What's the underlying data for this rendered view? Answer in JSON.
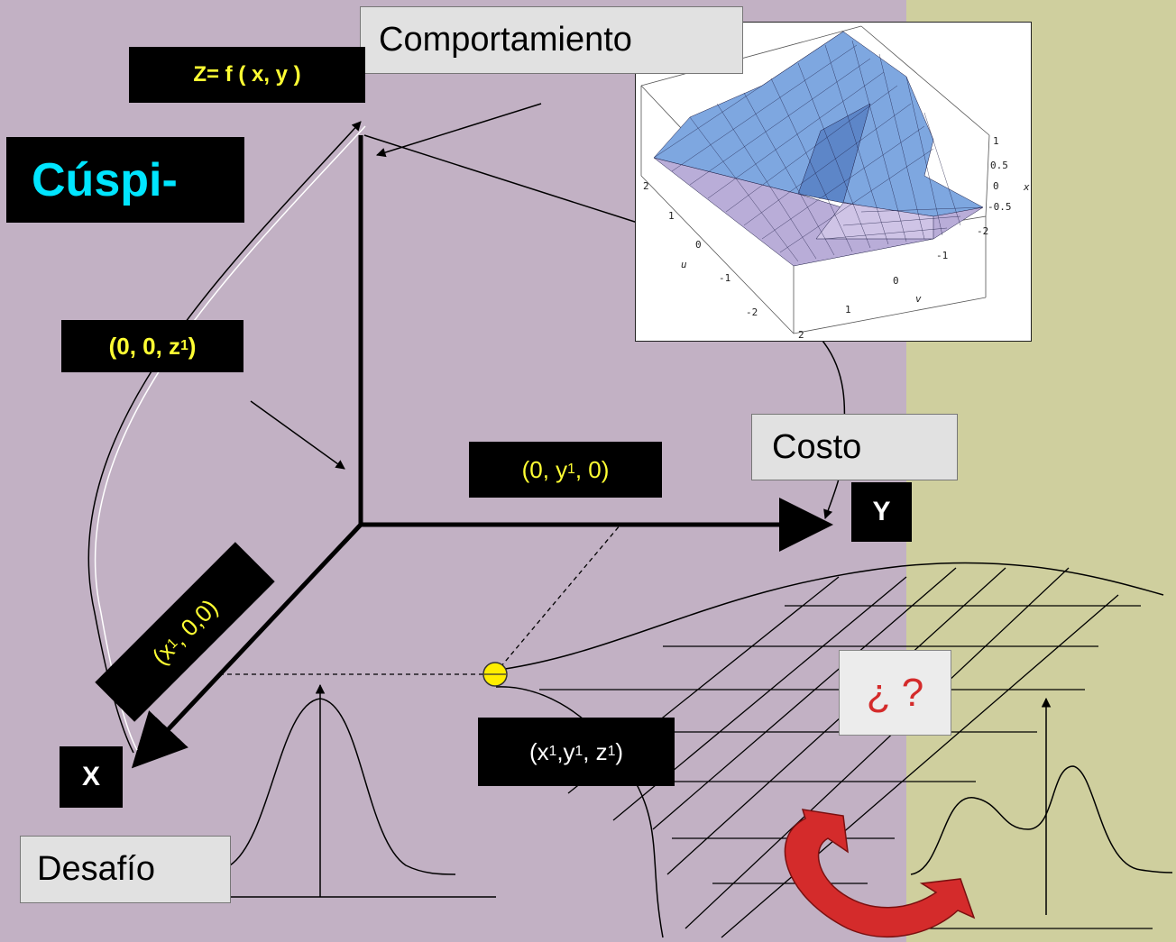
{
  "title_box": "Cúspi-",
  "labels": {
    "comportamiento": "Comportamiento",
    "costo": "Costo",
    "desafio": "Desafío",
    "question": "¿ ?"
  },
  "coords": {
    "z_func": "Z= f ( x, y )",
    "z_point": {
      "pre": "(0, 0, z",
      "sub": "1",
      "post": ")"
    },
    "y_point": {
      "pre": "(0, y",
      "sub": "1",
      "post": ", 0)"
    },
    "x_point": {
      "pre": "(x",
      "sub": "1",
      "post": " , 0,0)"
    },
    "xyz_point": {
      "a": "(x",
      "a_sub": "1",
      "b": " ,y",
      "b_sub": "1",
      "c": " , z",
      "c_sub": "1",
      "d": ")"
    }
  },
  "axes": {
    "x": "X",
    "y": "Y"
  },
  "surface_plot": {
    "right_ticks": [
      "1",
      "0.5",
      "0",
      "-0.5"
    ],
    "right_axis_label": "x",
    "left_ticks": [
      "2",
      "1",
      "0",
      "-1",
      "-2"
    ],
    "left_axis_label": "u",
    "bottom_ticks": [
      "-2",
      "-1",
      "0",
      "1",
      "2"
    ],
    "bottom_axis_label": "v",
    "colors": {
      "surface_top": "#7ea7e0",
      "surface_side": "#b7a9d6",
      "mesh": "#1c1c44"
    }
  },
  "colors": {
    "background_left": "#c2b1c4",
    "background_right": "#cfcf9e",
    "label_text": "#ffff33",
    "title_text": "#00e5ff",
    "point": "#ffee00",
    "arrow_red": "#d42b2b"
  }
}
